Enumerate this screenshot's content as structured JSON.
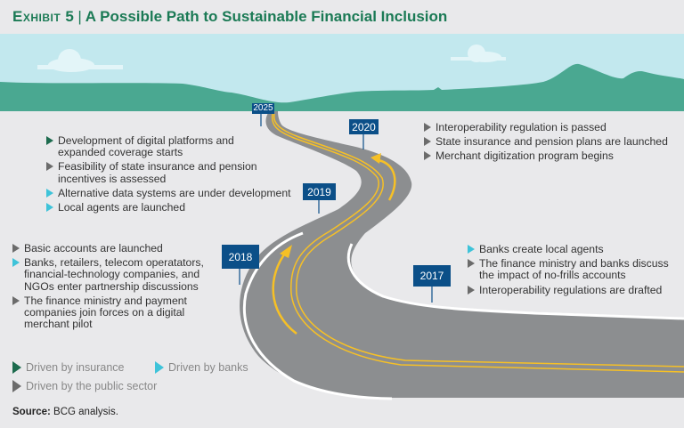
{
  "title": {
    "exhibit": "Exhibit 5",
    "text": "A Possible Path to Sustainable Financial Inclusion"
  },
  "years": [
    "2025",
    "2020",
    "2019",
    "2018",
    "2017"
  ],
  "milestones": {
    "y2019": [
      {
        "type": "insurance",
        "text": "Development of digital platforms and expanded coverage starts"
      },
      {
        "type": "public",
        "text": "Feasibility of state insurance and pension incentives is assessed"
      },
      {
        "type": "banks",
        "text": "Alternative data systems are under development"
      },
      {
        "type": "banks",
        "text": "Local agents are launched"
      }
    ],
    "y2018": [
      {
        "type": "public",
        "text": "Basic accounts are launched"
      },
      {
        "type": "banks",
        "text": "Banks, retailers, telecom operatators, financial-technology companies, and NGOs enter partnership discussions"
      },
      {
        "type": "public",
        "text": "The finance ministry and payment companies join forces on a digital merchant pilot"
      }
    ],
    "y2020": [
      {
        "type": "public",
        "text": "Interoperability regulation is passed"
      },
      {
        "type": "public",
        "text": "State insurance and pension plans are launched"
      },
      {
        "type": "public",
        "text": "Merchant digitization program begins"
      }
    ],
    "y2017": [
      {
        "type": "banks",
        "text": "Banks create local agents"
      },
      {
        "type": "public",
        "text": "The finance ministry and banks discuss the impact of no-frills accounts"
      },
      {
        "type": "public",
        "text": "Interoperability regulations are drafted"
      }
    ]
  },
  "legend": {
    "insurance": "Driven by insurance",
    "banks": "Driven by banks",
    "public": "Driven by the public sector"
  },
  "source": {
    "label": "Source:",
    "text": "BCG analysis."
  },
  "colors": {
    "title": "#1b7a55",
    "insurance": "#1d6b4e",
    "banks": "#3ec3d9",
    "public": "#6b6b6b",
    "year_box": "#0b4f88",
    "road": "#8c8e90",
    "line": "#f6c026",
    "sky": "#c2e8ee",
    "hills": "#4aa891"
  }
}
